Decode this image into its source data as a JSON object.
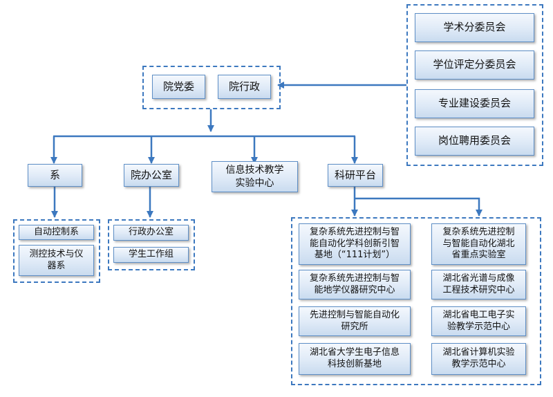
{
  "committees": {
    "academic": "学术分委员会",
    "degree": "学位评定分委员会",
    "major": "专业建设委员会",
    "hiring": "岗位聘用委员会"
  },
  "leadership": {
    "party": "院党委",
    "admin": "院行政"
  },
  "units": {
    "dept": "系",
    "office": "院办公室",
    "it_center": "信息技术教学\n实验中心",
    "research": "科研平台"
  },
  "dept_items": [
    "自动控制系",
    "测控技术与仪\n器系"
  ],
  "office_items": [
    "行政办公室",
    "学生工作组"
  ],
  "research_left": [
    "复杂系统先进控制与智\n能自动化学科创新引智\n基地（“111计划”）",
    "复杂系统先进控制与智\n能地学仪器研究中心",
    "先进控制与智能自动化\n研究所",
    "湖北省大学生电子信息\n科技创新基地"
  ],
  "research_right": [
    "复杂系统先进控制\n与智能自动化湖北\n省重点实验室",
    "湖北省光谱与成像\n工程技术研究中心",
    "湖北省电工电子实\n验教学示范中心",
    "湖北省计算机实验\n教学示范中心"
  ],
  "colors": {
    "line": "#3c78bf",
    "node_border": "#5d8ec6",
    "node_fill_top": "#f4f8fd",
    "node_fill_bottom": "#c9dbef"
  }
}
